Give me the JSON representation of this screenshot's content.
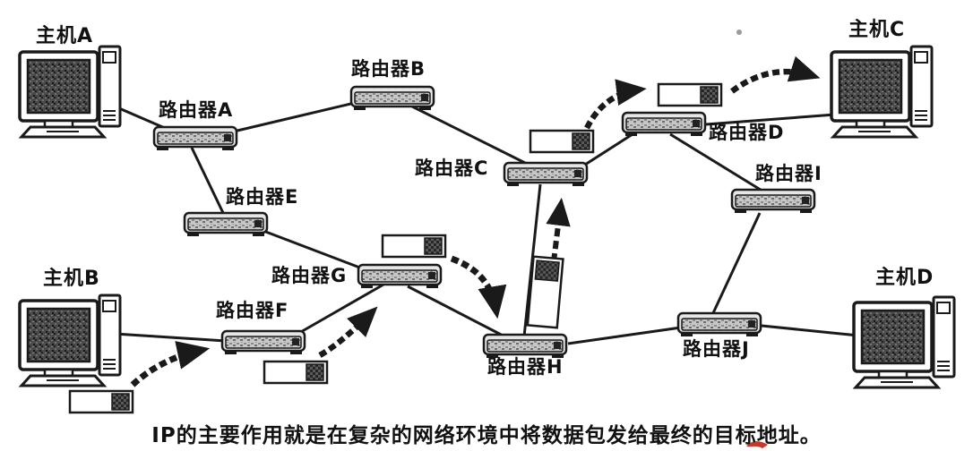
{
  "diagram": {
    "title_caption": "IP的主要作用就是在复杂的网络环境中将数据包发给最终的目标地址。",
    "hosts": {
      "a": {
        "label": "主机A"
      },
      "b": {
        "label": "主机B"
      },
      "c": {
        "label": "主机C"
      },
      "d": {
        "label": "主机D"
      }
    },
    "routers": {
      "a": {
        "label": "路由器A"
      },
      "b": {
        "label": "路由器B"
      },
      "c": {
        "label": "路由器C"
      },
      "d": {
        "label": "路由器D"
      },
      "e": {
        "label": "路由器E"
      },
      "f": {
        "label": "路由器F"
      },
      "g": {
        "label": "路由器G"
      },
      "h": {
        "label": "路由器H"
      },
      "i": {
        "label": "路由器I"
      },
      "j": {
        "label": "路由器J"
      }
    },
    "icons": {
      "host": "desktop-computer-icon",
      "router": "router-box-icon",
      "packet": "ip-packet-icon",
      "arrow": "packet-flow-arrow"
    },
    "colors": {
      "ink": "#1a1a1a",
      "paper": "#ffffff",
      "red_mark": "#c43a2a"
    }
  }
}
